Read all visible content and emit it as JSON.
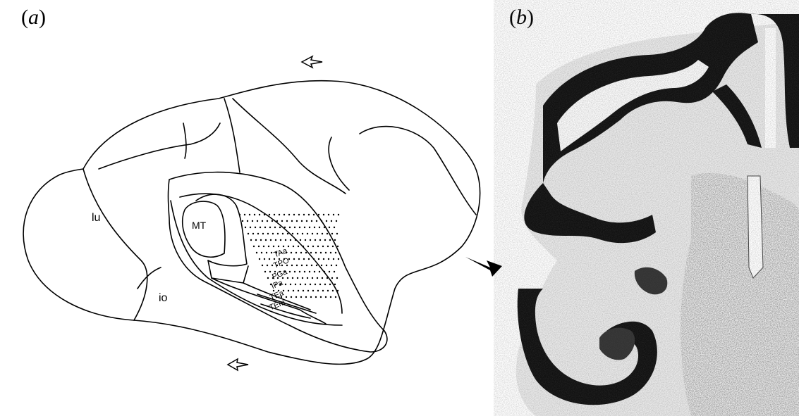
{
  "panels": {
    "a": {
      "label": "(a)"
    },
    "b": {
      "label": "(b)"
    }
  },
  "diagram": {
    "labels": {
      "lu": "lu",
      "io": "io",
      "mt": "MT",
      "taa": "TAa",
      "tpo": "TPO",
      "pga": "PGa",
      "ipa": "IPa",
      "tea": "TEa",
      "tem": "TEm"
    }
  },
  "colors": {
    "line": "#000000",
    "background": "#ffffff"
  }
}
